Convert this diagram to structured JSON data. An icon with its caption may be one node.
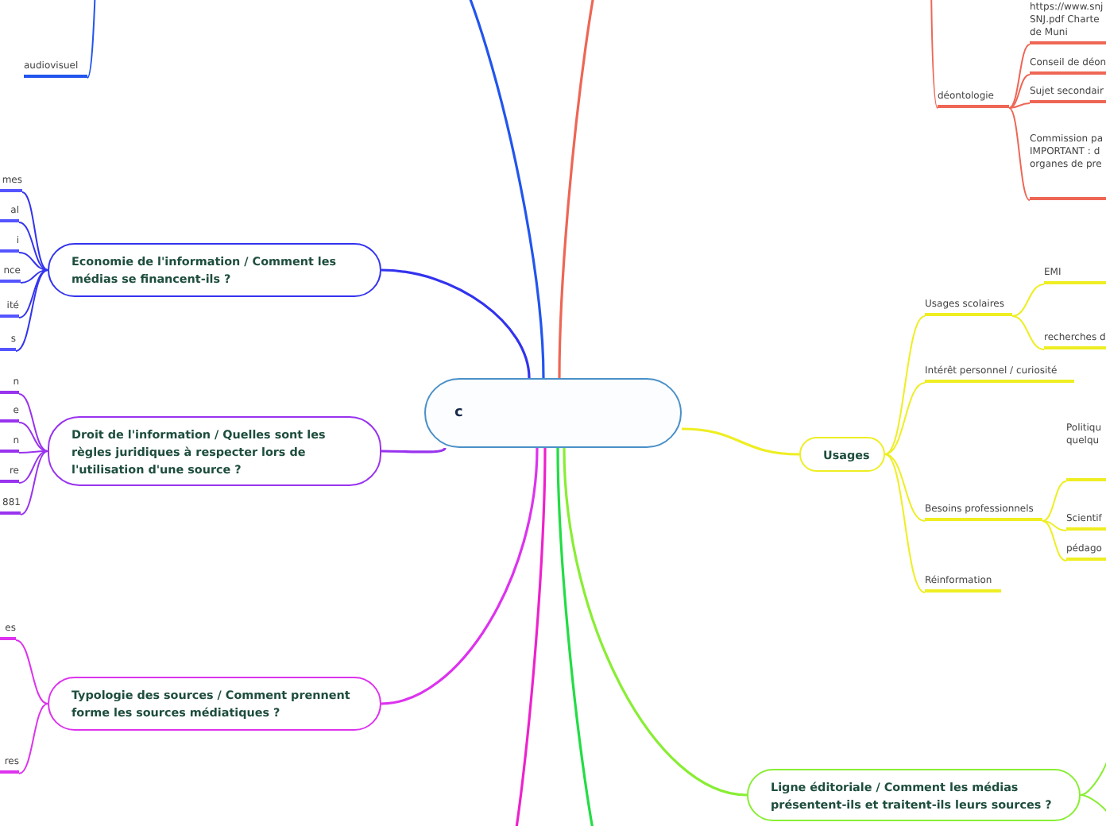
{
  "diagram": {
    "nodes": [
      {
        "text": [
          "c"
        ]
      },
      {
        "text": [
          "Economie de l'information / Comment les médias se financent-ils ?"
        ]
      },
      {
        "text": [
          "Droit de l'information / Quelles sont les règles juridiques à respecter lors de l'utilisation d'une source ?"
        ]
      },
      {
        "text": [
          "Typologie des sources / Comment prennent forme les sources médiatiques ?"
        ]
      },
      {
        "text": [
          "Usages"
        ]
      },
      {
        "text": [
          "Ligne éditoriale / Comment les médias présentent-ils et traitent-ils leurs sources ?"
        ]
      },
      {
        "text": [
          "audiovisuel"
        ]
      },
      {
        "text": [
          "déontologie"
        ]
      },
      {
        "text": [
          "https://www.snj SNJ.pdf Charte de Muni"
        ]
      },
      {
        "text": [
          "Conseil de déon"
        ]
      },
      {
        "text": [
          "Sujet secondair"
        ]
      },
      {
        "text": [
          "Commission pa IMPORTANT : d organes de pre"
        ]
      },
      {
        "text": [
          "Usages scolaires"
        ]
      },
      {
        "text": [
          "Intérêt personnel / curiosité"
        ]
      },
      {
        "text": [
          "Besoins professionnels"
        ]
      },
      {
        "text": [
          "Réinformation"
        ]
      },
      {
        "text": [
          "EMI"
        ]
      },
      {
        "text": [
          "recherches d"
        ]
      },
      {
        "text": [
          "Politiqu quelqu"
        ]
      },
      {
        "text": [
          "Scientif"
        ]
      },
      {
        "text": [
          "pédago"
        ]
      },
      {
        "text": [
          "mes"
        ]
      },
      {
        "text": [
          "al"
        ]
      },
      {
        "text": [
          "i"
        ]
      },
      {
        "text": [
          "nce"
        ]
      },
      {
        "text": [
          "ité"
        ]
      },
      {
        "text": [
          "s"
        ]
      },
      {
        "text": [
          "n"
        ]
      },
      {
        "text": [
          "e"
        ]
      },
      {
        "text": [
          "n"
        ]
      },
      {
        "text": [
          "re"
        ]
      },
      {
        "text": [
          "881"
        ]
      },
      {
        "text": [
          "es"
        ]
      },
      {
        "text": [
          "res"
        ]
      }
    ],
    "edges": [
      {
        "from": 0,
        "to": 1,
        "arrow": "none",
        "color": "#3333ee"
      },
      {
        "from": 0,
        "to": 2,
        "arrow": "none",
        "color": "#9933ee"
      },
      {
        "from": 0,
        "to": 3,
        "arrow": "none",
        "color": "#dd33ee"
      },
      {
        "from": 0,
        "to": 4,
        "arrow": "none",
        "color": "#eeee22"
      },
      {
        "from": 0,
        "to": 5,
        "arrow": "none",
        "color": "#88ee33"
      },
      {
        "from": 0,
        "to": null,
        "arrow": "none",
        "color": "#2255ee"
      },
      {
        "from": 0,
        "to": null,
        "arrow": "none",
        "color": "#ee6655"
      },
      {
        "from": 0,
        "to": null,
        "arrow": "none",
        "color": "#ee22cc"
      },
      {
        "from": 0,
        "to": null,
        "arrow": "none",
        "color": "#22dd44"
      },
      {
        "from": null,
        "to": 6,
        "arrow": "none",
        "color": "#2255ee"
      },
      {
        "from": null,
        "to": 7,
        "arrow": "none",
        "color": "#ee6655"
      },
      {
        "from": 7,
        "to": 8,
        "arrow": "none",
        "color": "#ee6655"
      },
      {
        "from": 7,
        "to": 9,
        "arrow": "none",
        "color": "#ee6655"
      },
      {
        "from": 7,
        "to": 10,
        "arrow": "none",
        "color": "#ee6655"
      },
      {
        "from": 7,
        "to": 11,
        "arrow": "none",
        "color": "#ee6655"
      },
      {
        "from": 4,
        "to": 12,
        "arrow": "none",
        "color": "#eeee22"
      },
      {
        "from": 4,
        "to": 13,
        "arrow": "none",
        "color": "#eeee22"
      },
      {
        "from": 4,
        "to": 14,
        "arrow": "none",
        "color": "#eeee22"
      },
      {
        "from": 4,
        "to": 15,
        "arrow": "none",
        "color": "#eeee22"
      },
      {
        "from": 12,
        "to": 16,
        "arrow": "none",
        "color": "#eeee22"
      },
      {
        "from": 12,
        "to": 17,
        "arrow": "none",
        "color": "#eeee22"
      },
      {
        "from": 14,
        "to": 18,
        "arrow": "none",
        "color": "#eeee22"
      },
      {
        "from": 14,
        "to": 19,
        "arrow": "none",
        "color": "#eeee22"
      },
      {
        "from": 14,
        "to": 20,
        "arrow": "none",
        "color": "#eeee22"
      },
      {
        "from": 1,
        "to": 21,
        "arrow": "none",
        "color": "#3333ee"
      },
      {
        "from": 1,
        "to": 22,
        "arrow": "none",
        "color": "#3333ee"
      },
      {
        "from": 1,
        "to": 23,
        "arrow": "none",
        "color": "#3333ee"
      },
      {
        "from": 1,
        "to": 24,
        "arrow": "none",
        "color": "#3333ee"
      },
      {
        "from": 1,
        "to": 25,
        "arrow": "none",
        "color": "#3333ee"
      },
      {
        "from": 1,
        "to": 26,
        "arrow": "none",
        "color": "#3333ee"
      },
      {
        "from": 2,
        "to": 27,
        "arrow": "none",
        "color": "#9933ee"
      },
      {
        "from": 2,
        "to": 28,
        "arrow": "none",
        "color": "#9933ee"
      },
      {
        "from": 2,
        "to": 29,
        "arrow": "none",
        "color": "#9933ee"
      },
      {
        "from": 2,
        "to": 30,
        "arrow": "none",
        "color": "#9933ee"
      },
      {
        "from": 2,
        "to": 31,
        "arrow": "none",
        "color": "#9933ee"
      },
      {
        "from": 3,
        "to": 32,
        "arrow": "none",
        "color": "#dd33ee"
      },
      {
        "from": 3,
        "to": 33,
        "arrow": "none",
        "color": "#dd33ee"
      },
      {
        "from": 5,
        "to": null,
        "arrow": "none",
        "color": "#88ee33"
      },
      {
        "from": 5,
        "to": null,
        "arrow": "none",
        "color": "#88ee33"
      }
    ]
  }
}
